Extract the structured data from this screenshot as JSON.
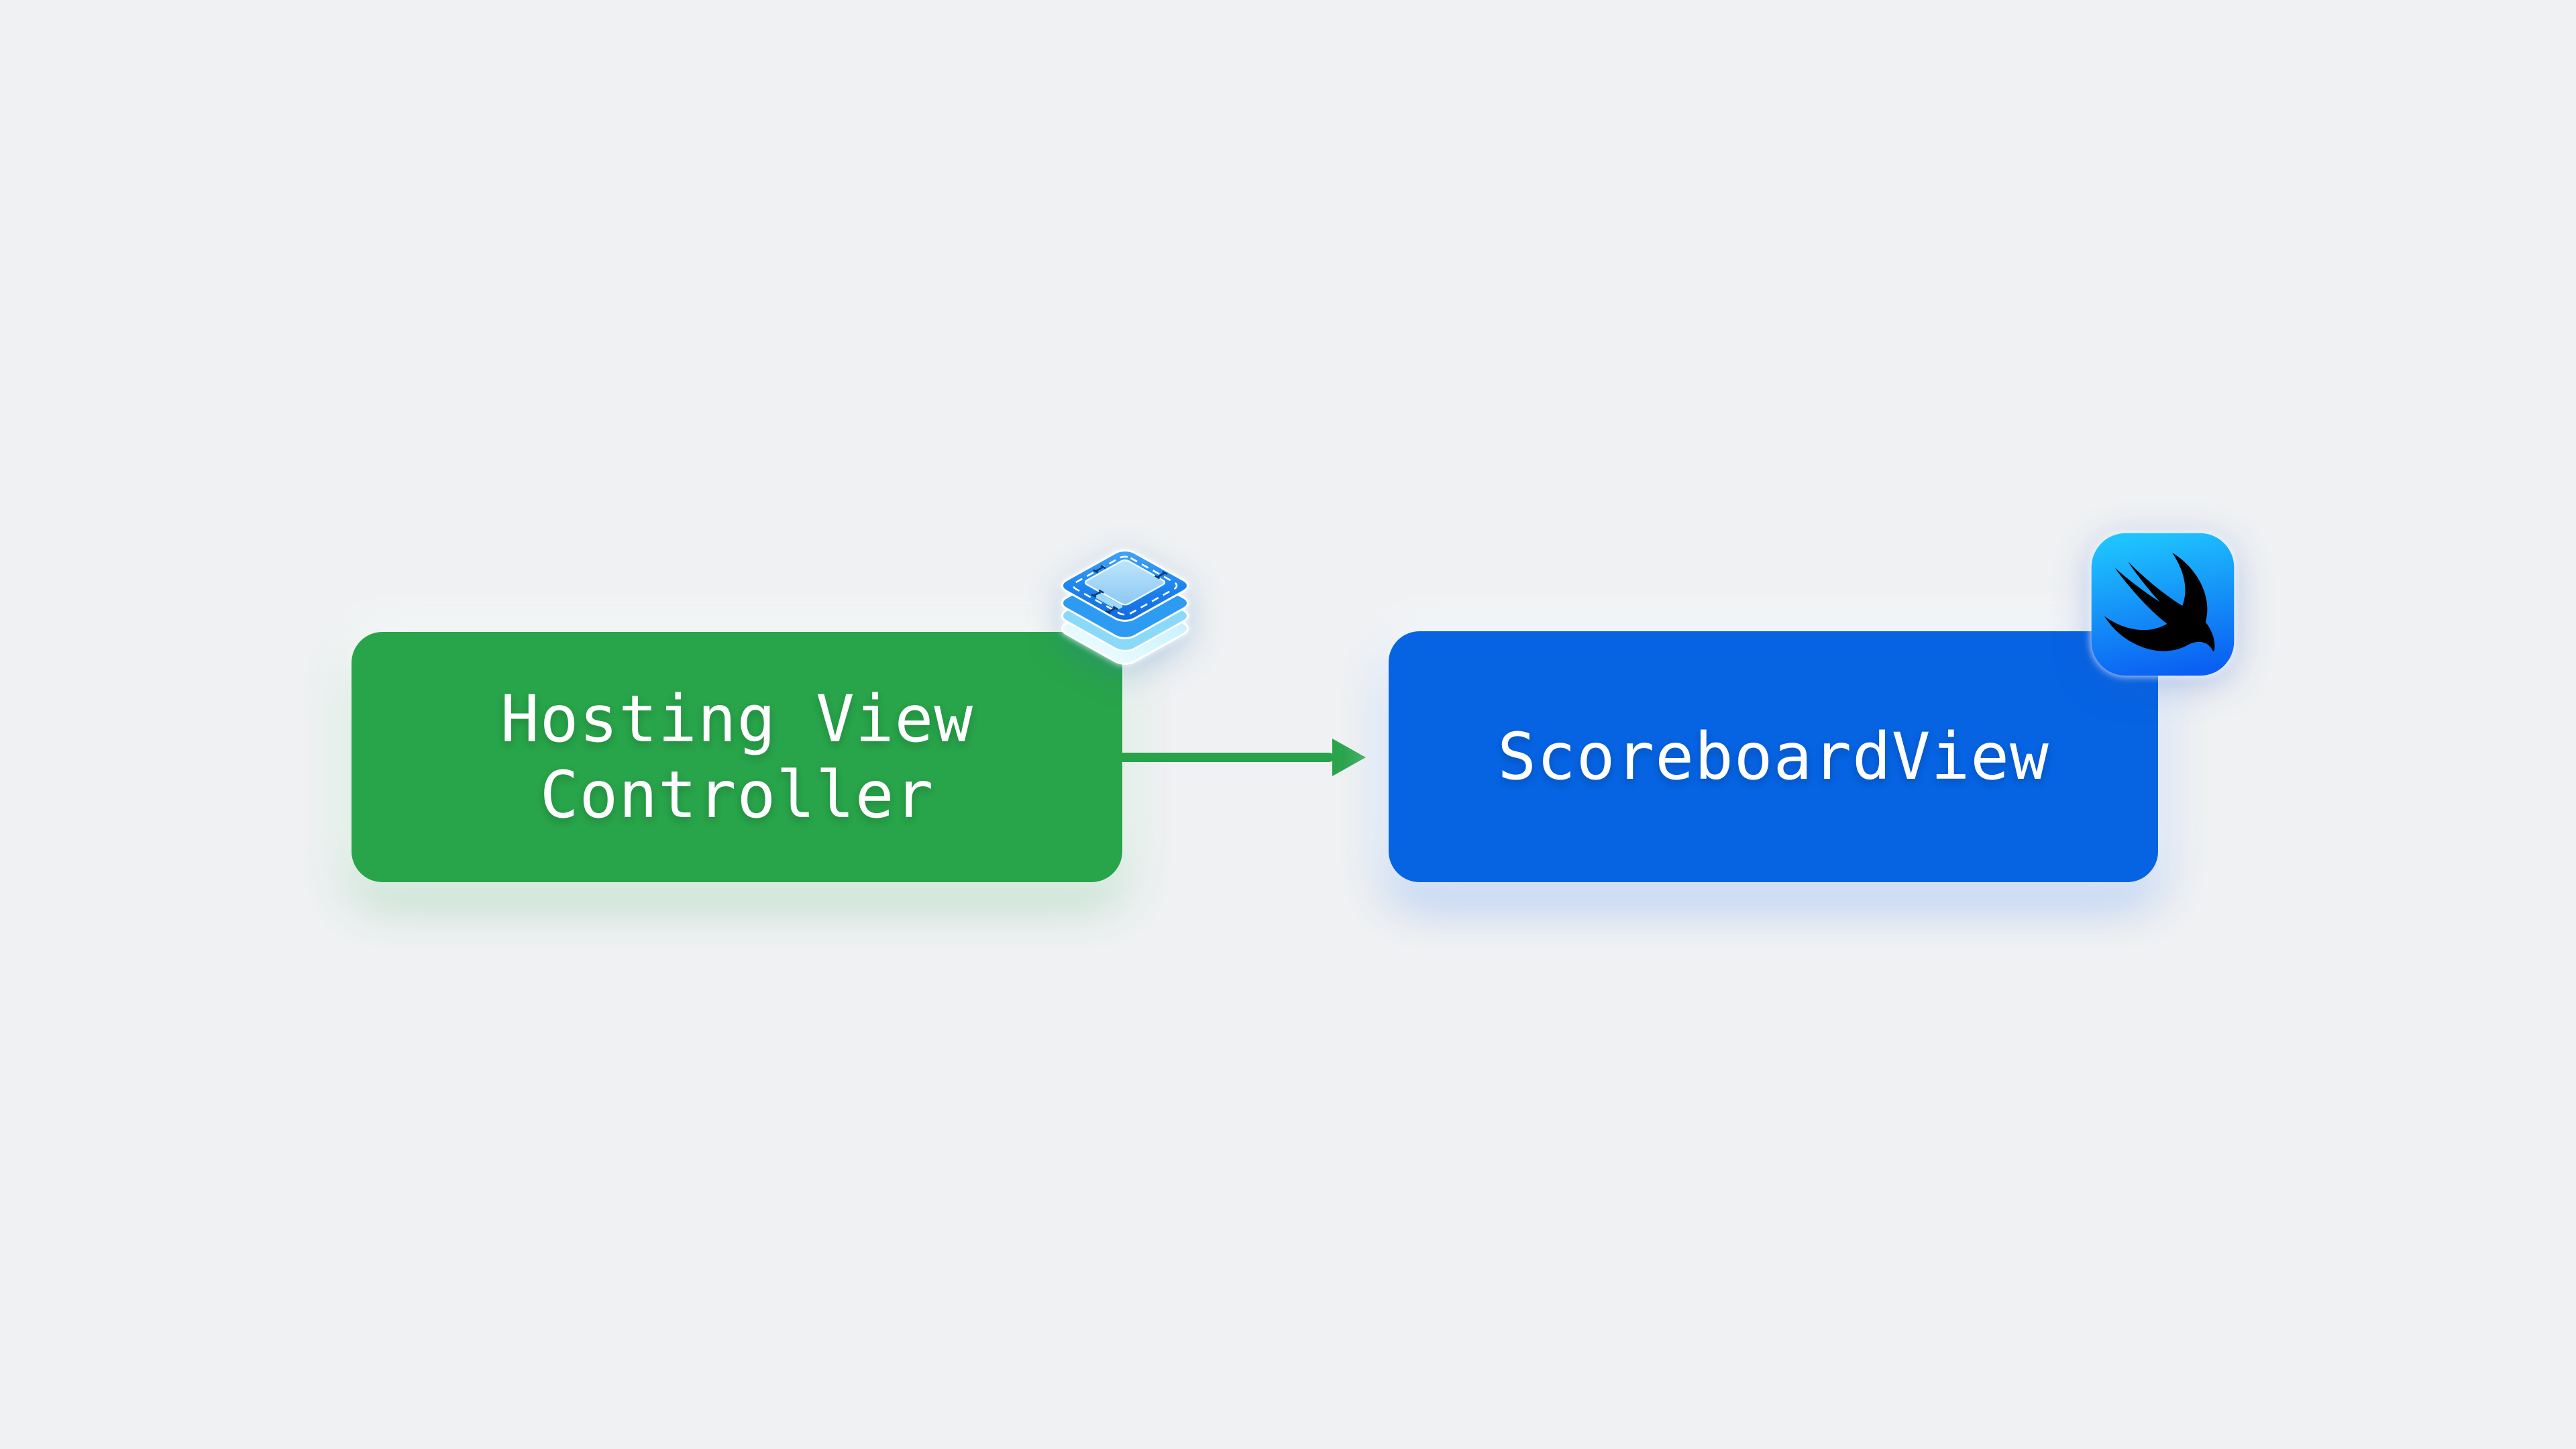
{
  "background_color": "#eff1f3",
  "diagram": {
    "nodes": [
      {
        "id": "hosting-view-controller",
        "label": "Hosting View Controller",
        "label_line1": "Hosting View",
        "label_line2": "Controller",
        "fill": "#28a44a",
        "text_color": "#ffffff",
        "badge_icon": "uikit-framework-icon"
      },
      {
        "id": "scoreboard-view",
        "label": "ScoreboardView",
        "fill": "#0663e2",
        "text_color": "#ffffff",
        "badge_icon": "swiftui-swift-icon"
      }
    ],
    "connector": {
      "from": "hosting-view-controller",
      "to": "scoreboard-view",
      "style": "arrow-right",
      "color": "#27a349"
    }
  }
}
